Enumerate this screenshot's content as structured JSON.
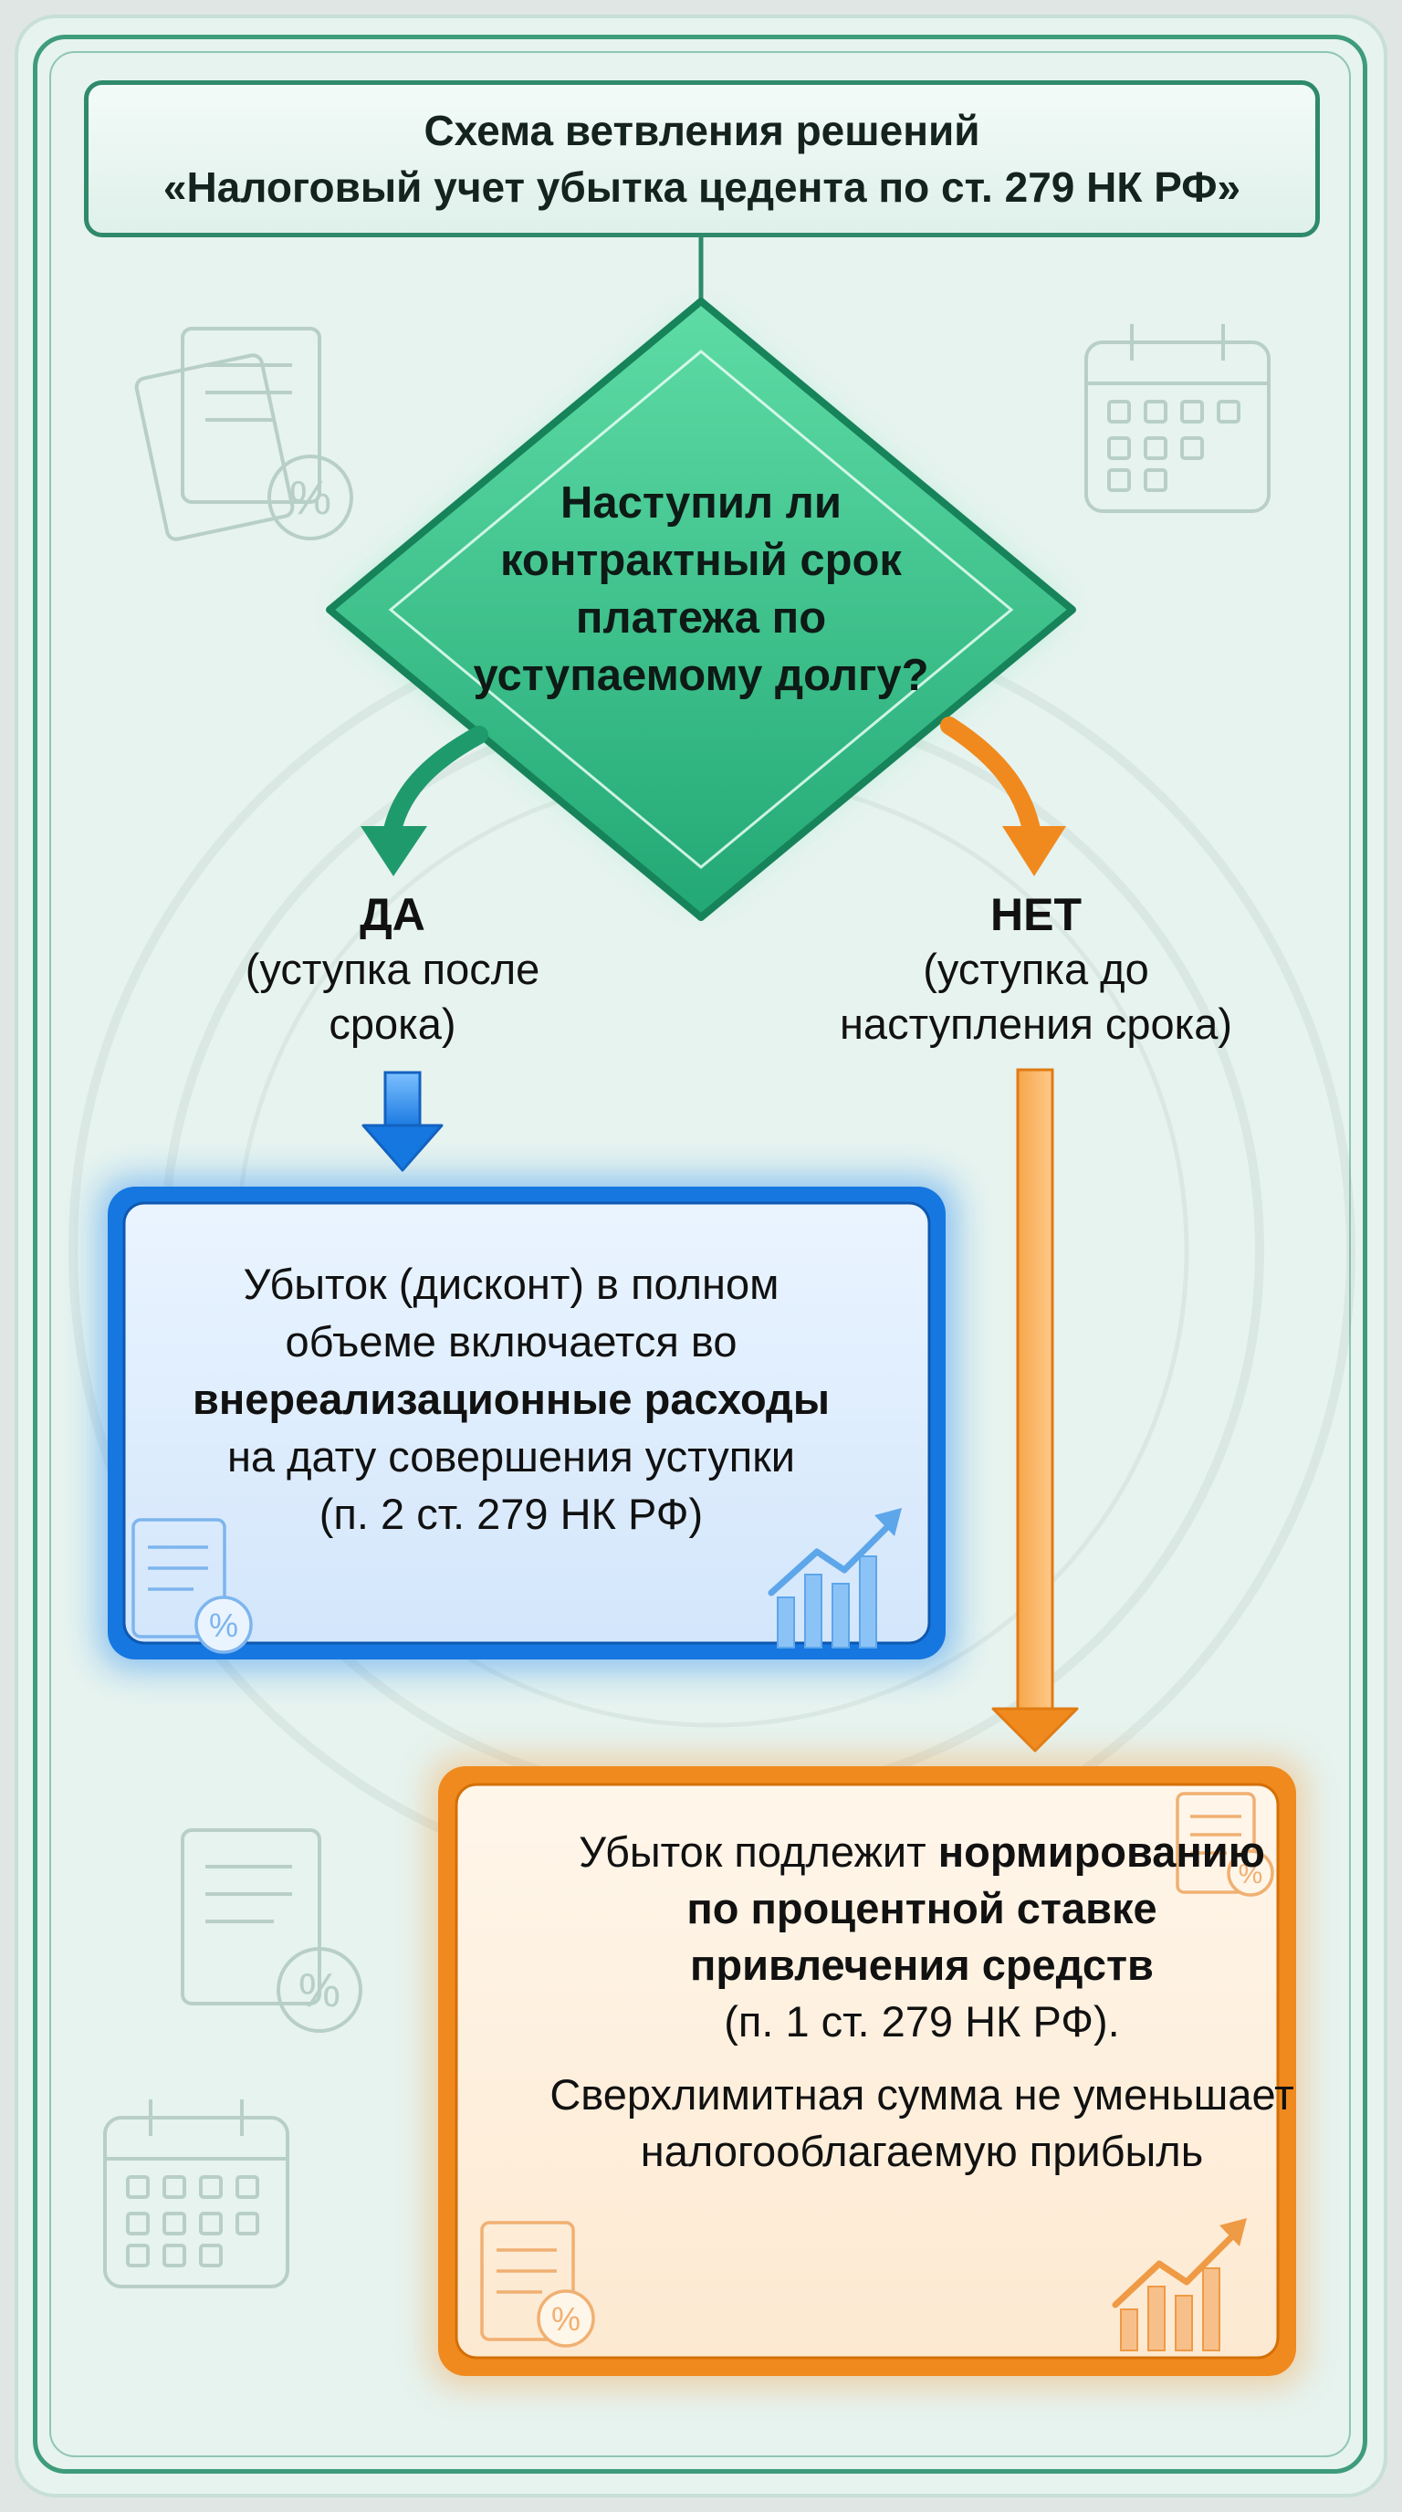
{
  "title": {
    "line1": "Схема ветвления решений",
    "line2": "«Налоговый учет убытка цедента по ст. 279 НК РФ»"
  },
  "decision": {
    "question": "Наступил ли контрактный срок платежа по уступаемому долгу?"
  },
  "yes_branch": {
    "label": "ДА",
    "note": "(уступка после срока)",
    "result": {
      "part1": "Убыток (дисконт) в полном объеме включается во ",
      "bold": "внереализационные расходы",
      "part2": " на дату совершения уступки",
      "ref": "(п. 2 ст. 279 НК РФ)"
    }
  },
  "no_branch": {
    "label": "НЕТ",
    "note": "(уступка до наступления срока)",
    "result": {
      "part1": "Убыток подлежит ",
      "bold": "нормированию по процентной ставке привлечения средств",
      "ref": "(п. 1 ст. 279 НК РФ).",
      "part2": "Сверхлимитная сумма не уменьшает налогооблагаемую прибыль"
    }
  },
  "colors": {
    "green": "#1f9a6c",
    "blue": "#1677e0",
    "orange": "#f08a1e",
    "frame": "#3f9c7b"
  },
  "icons": [
    "document-percent-icon",
    "calendar-icon",
    "growth-chart-icon"
  ]
}
